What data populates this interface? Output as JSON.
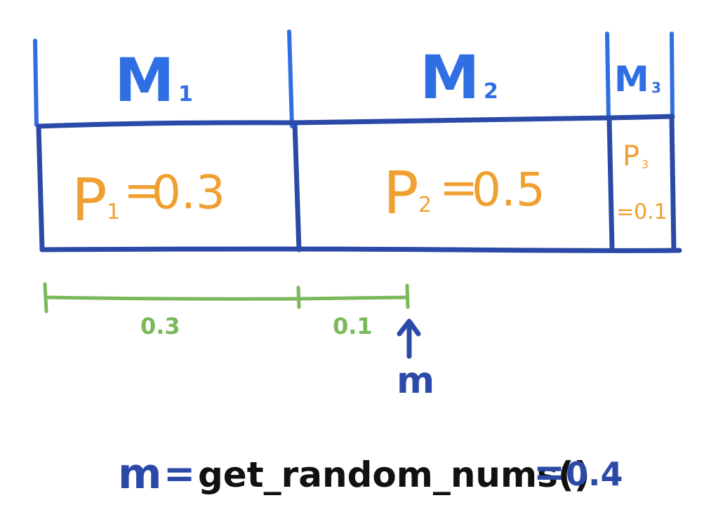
{
  "memory": {
    "m1": {
      "letter": "M",
      "sub": "1"
    },
    "m2": {
      "letter": "M",
      "sub": "2"
    },
    "m3": {
      "letter": "M",
      "sub": "3"
    }
  },
  "probabilities": {
    "p1": {
      "letter": "P",
      "sub": "1",
      "eq": "=",
      "value": "0.3"
    },
    "p2": {
      "letter": "P",
      "sub": "2",
      "eq": "=",
      "value": "0.5"
    },
    "p3": {
      "letter": "P",
      "sub": "3",
      "value": "=0.1"
    }
  },
  "segments": {
    "first": "0.3",
    "second": "0.1"
  },
  "pointer": {
    "label": "m"
  },
  "formula": {
    "var": "m",
    "eq1": "=",
    "call": "get_random_nums()",
    "eq2": "=",
    "result": "0.4"
  },
  "colors": {
    "blue_light": "#2f6fe3",
    "blue_dark": "#2b4aa7",
    "orange": "#f0a031",
    "green": "#79b95a",
    "black": "#111111"
  }
}
